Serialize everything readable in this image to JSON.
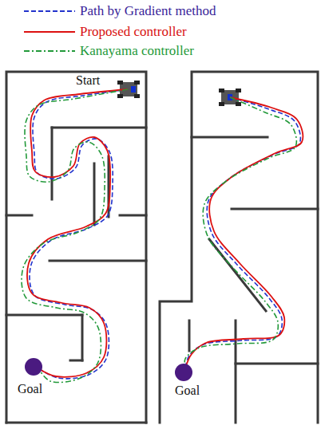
{
  "diagram": {
    "labels": [
      "Start",
      "Goal",
      "Goal"
    ],
    "legend": [
      {
        "text": "Path by Gradient method"
      },
      {
        "text": "Proposed controller"
      },
      {
        "text": "Kanayama controller"
      }
    ]
  }
}
